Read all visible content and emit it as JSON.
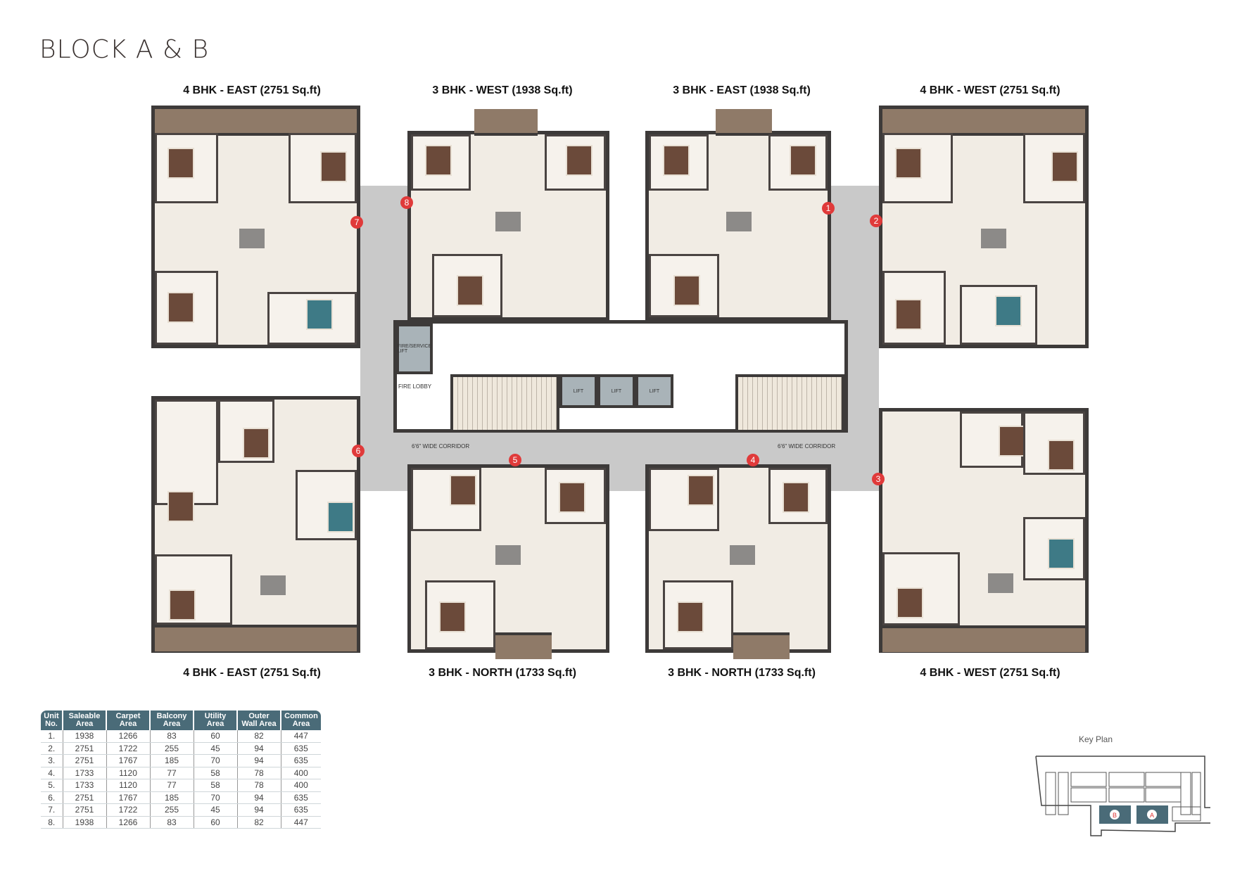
{
  "page_title": "BLOCK A & B",
  "units_top": [
    {
      "label": "4 BHK - EAST (2751 Sq.ft)"
    },
    {
      "label": "3 BHK - WEST (1938 Sq.ft)"
    },
    {
      "label": "3 BHK - EAST (1938 Sq.ft)"
    },
    {
      "label": "4 BHK - WEST (2751 Sq.ft)"
    }
  ],
  "units_bottom": [
    {
      "label": "4 BHK - EAST (2751 Sq.ft)"
    },
    {
      "label": "3 BHK - NORTH (1733 Sq.ft)"
    },
    {
      "label": "3 BHK - NORTH (1733 Sq.ft)"
    },
    {
      "label": "4 BHK - WEST (2751 Sq.ft)"
    }
  ],
  "markers": [
    "1",
    "2",
    "3",
    "4",
    "5",
    "6",
    "7",
    "8"
  ],
  "core": {
    "corridor_label": "6'6\" WIDE CORRIDOR",
    "lift": "LIFT",
    "fire_lift": "FIRE/SERVICE LIFT",
    "fire_lobby": "FIRE LOBBY"
  },
  "area_table": {
    "headers": [
      "Unit No.",
      "Saleable Area",
      "Carpet Area",
      "Balcony Area",
      "Utility Area",
      "Outer Wall Area",
      "Common Area"
    ],
    "rows": [
      [
        "1.",
        "1938",
        "1266",
        "83",
        "60",
        "82",
        "447"
      ],
      [
        "2.",
        "2751",
        "1722",
        "255",
        "45",
        "94",
        "635"
      ],
      [
        "3.",
        "2751",
        "1767",
        "185",
        "70",
        "94",
        "635"
      ],
      [
        "4.",
        "1733",
        "1120",
        "77",
        "58",
        "78",
        "400"
      ],
      [
        "5.",
        "1733",
        "1120",
        "77",
        "58",
        "78",
        "400"
      ],
      [
        "6.",
        "2751",
        "1767",
        "185",
        "70",
        "94",
        "635"
      ],
      [
        "7.",
        "2751",
        "1722",
        "255",
        "45",
        "94",
        "635"
      ],
      [
        "8.",
        "1938",
        "1266",
        "83",
        "60",
        "82",
        "447"
      ]
    ]
  },
  "key_plan": {
    "title": "Key Plan",
    "block_a": "A",
    "block_b": "B"
  },
  "colors": {
    "table_header": "#4a6b78",
    "marker": "#e03a3a",
    "wall": "#3d3a39",
    "corridor": "#c9c9c9",
    "balcony": "#8f7a68"
  }
}
